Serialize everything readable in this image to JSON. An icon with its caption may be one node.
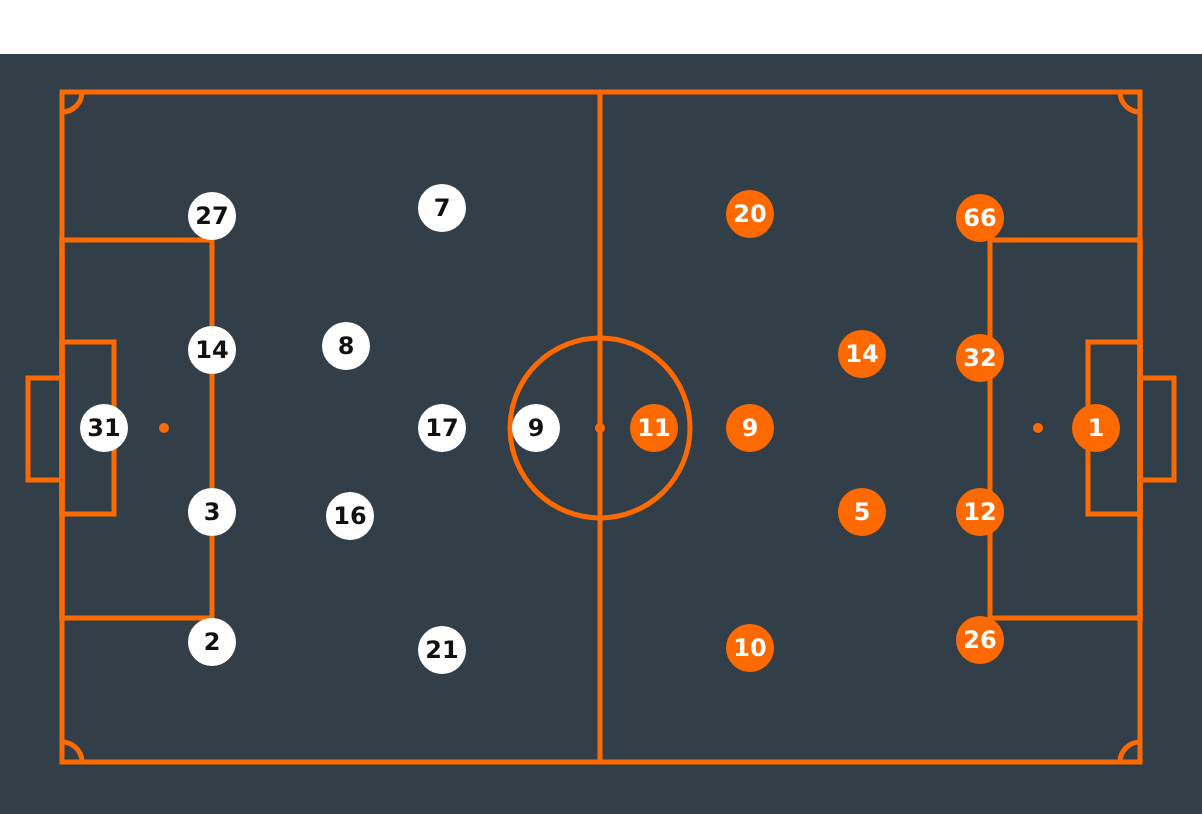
{
  "diagram": {
    "nodes": [
      {
        "text": [
          "31"
        ]
      },
      {
        "text": [
          "27"
        ]
      },
      {
        "text": [
          "14"
        ]
      },
      {
        "text": [
          "3"
        ]
      },
      {
        "text": [
          "2"
        ]
      },
      {
        "text": [
          "8"
        ]
      },
      {
        "text": [
          "16"
        ]
      },
      {
        "text": [
          "7"
        ]
      },
      {
        "text": [
          "17"
        ]
      },
      {
        "text": [
          "21"
        ]
      },
      {
        "text": [
          "9"
        ]
      },
      {
        "text": [
          "11"
        ]
      },
      {
        "text": [
          "20"
        ]
      },
      {
        "text": [
          "9"
        ]
      },
      {
        "text": [
          "10"
        ]
      },
      {
        "text": [
          "14"
        ]
      },
      {
        "text": [
          "5"
        ]
      },
      {
        "text": [
          "66"
        ]
      },
      {
        "text": [
          "32"
        ]
      },
      {
        "text": [
          "12"
        ]
      },
      {
        "text": [
          "26"
        ]
      },
      {
        "text": [
          "1"
        ]
      }
    ]
  }
}
